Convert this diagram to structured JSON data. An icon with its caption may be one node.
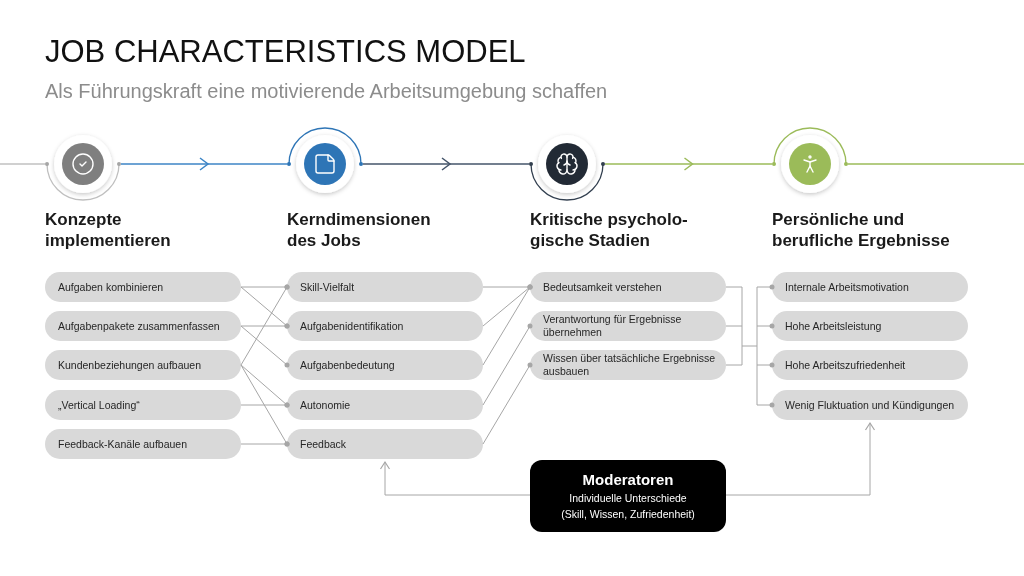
{
  "diagram": {
    "title": "JOB CHARACTERISTICS MODEL",
    "nodes": [
      {
        "text": [],
        "shape": "circle",
        "beside": [
          "Konzepte implementieren"
        ]
      },
      {
        "text": [],
        "shape": "circle",
        "beside": [
          "Kerndimensionen des Jobs"
        ]
      },
      {
        "text": [],
        "shape": "circle",
        "beside": [
          "Kritische psycholo-gische Stadien"
        ]
      },
      {
        "text": [],
        "shape": "circle",
        "beside": [
          "Persönliche und berufliche Ergebnisse"
        ]
      },
      {
        "text": [
          "Aufgaben kombinieren"
        ]
      },
      {
        "text": [
          "Aufgabenpakete zusammenfassen"
        ]
      },
      {
        "text": [
          "Kundenbeziehungen aufbauen"
        ]
      },
      {
        "text": [
          "„Vertical Loading“"
        ]
      },
      {
        "text": [
          "Feedback-Kanäle aufbauen"
        ]
      },
      {
        "text": [
          "Skill-Vielfalt"
        ]
      },
      {
        "text": [
          "Aufgabenidentifikation"
        ]
      },
      {
        "text": [
          "Aufgabenbedeutung"
        ]
      },
      {
        "text": [
          "Autonomie"
        ]
      },
      {
        "text": [
          "Feedback"
        ]
      },
      {
        "text": [
          "Bedeutsamkeit verstehen"
        ]
      },
      {
        "text": [
          "Verantwortung für Ergebnisse übernehmen"
        ]
      },
      {
        "text": [
          "Wissen über tatsächliche Ergebnisse ausbauen"
        ]
      },
      {
        "text": [
          "Internale Arbeitsmotivation"
        ]
      },
      {
        "text": [
          "Hohe Arbeitsleistung"
        ]
      },
      {
        "text": [
          "Hohe Arbeitszufriedenheit"
        ]
      },
      {
        "text": [
          "Wenig Fluktuation und Kündigungen"
        ]
      },
      {
        "text": [
          "Moderatoren",
          "Individuelle Unterschiede (Skill, Wissen, Zufriedenheit)"
        ]
      }
    ],
    "edges": [
      {
        "from": null,
        "to": 0,
        "arrow": "none",
        "color": "#c0c0c0"
      },
      {
        "from": 0,
        "to": 1,
        "arrow": "to",
        "color": "#3c85c6"
      },
      {
        "from": 1,
        "to": 2,
        "arrow": "to",
        "color": "#44546a"
      },
      {
        "from": 2,
        "to": 3,
        "arrow": "to",
        "color": "#9bbb59"
      },
      {
        "from": 3,
        "to": null,
        "arrow": "none",
        "color": "#9bbb59"
      },
      {
        "from": 4,
        "to": 9,
        "arrow": "other"
      },
      {
        "from": 4,
        "to": 10,
        "arrow": "other"
      },
      {
        "from": 5,
        "to": 10,
        "arrow": "other"
      },
      {
        "from": 5,
        "to": 11,
        "arrow": "other"
      },
      {
        "from": 6,
        "to": 9,
        "arrow": "other"
      },
      {
        "from": 6,
        "to": 12,
        "arrow": "other"
      },
      {
        "from": 6,
        "to": 13,
        "arrow": "other"
      },
      {
        "from": 7,
        "to": 12,
        "arrow": "other"
      },
      {
        "from": 8,
        "to": 13,
        "arrow": "other"
      },
      {
        "from": 9,
        "to": 14,
        "arrow": "other"
      },
      {
        "from": 10,
        "to": 14,
        "arrow": "other"
      },
      {
        "from": 11,
        "to": 14,
        "arrow": "other"
      },
      {
        "from": 12,
        "to": 15,
        "arrow": "other"
      },
      {
        "from": 13,
        "to": 16,
        "arrow": "other"
      },
      {
        "from": 14,
        "to": 17,
        "arrow": "other"
      },
      {
        "from": 14,
        "to": 18,
        "arrow": "other"
      },
      {
        "from": 14,
        "to": 19,
        "arrow": "other"
      },
      {
        "from": 14,
        "to": 20,
        "arrow": "other"
      },
      {
        "from": 15,
        "to": 17,
        "arrow": "other"
      },
      {
        "from": 15,
        "to": 18,
        "arrow": "other"
      },
      {
        "from": 15,
        "to": 19,
        "arrow": "other"
      },
      {
        "from": 15,
        "to": 20,
        "arrow": "other"
      },
      {
        "from": 16,
        "to": 17,
        "arrow": "other"
      },
      {
        "from": 16,
        "to": 18,
        "arrow": "other"
      },
      {
        "from": 16,
        "to": 19,
        "arrow": "other"
      },
      {
        "from": 16,
        "to": 20,
        "arrow": "other"
      },
      {
        "from": 21,
        "to": 13,
        "arrow": "to"
      },
      {
        "from": 21,
        "to": 20,
        "arrow": "to"
      }
    ],
    "labels": [
      "Als Führungskraft eine motivierende Arbeitsumgebung schaffen"
    ]
  }
}
